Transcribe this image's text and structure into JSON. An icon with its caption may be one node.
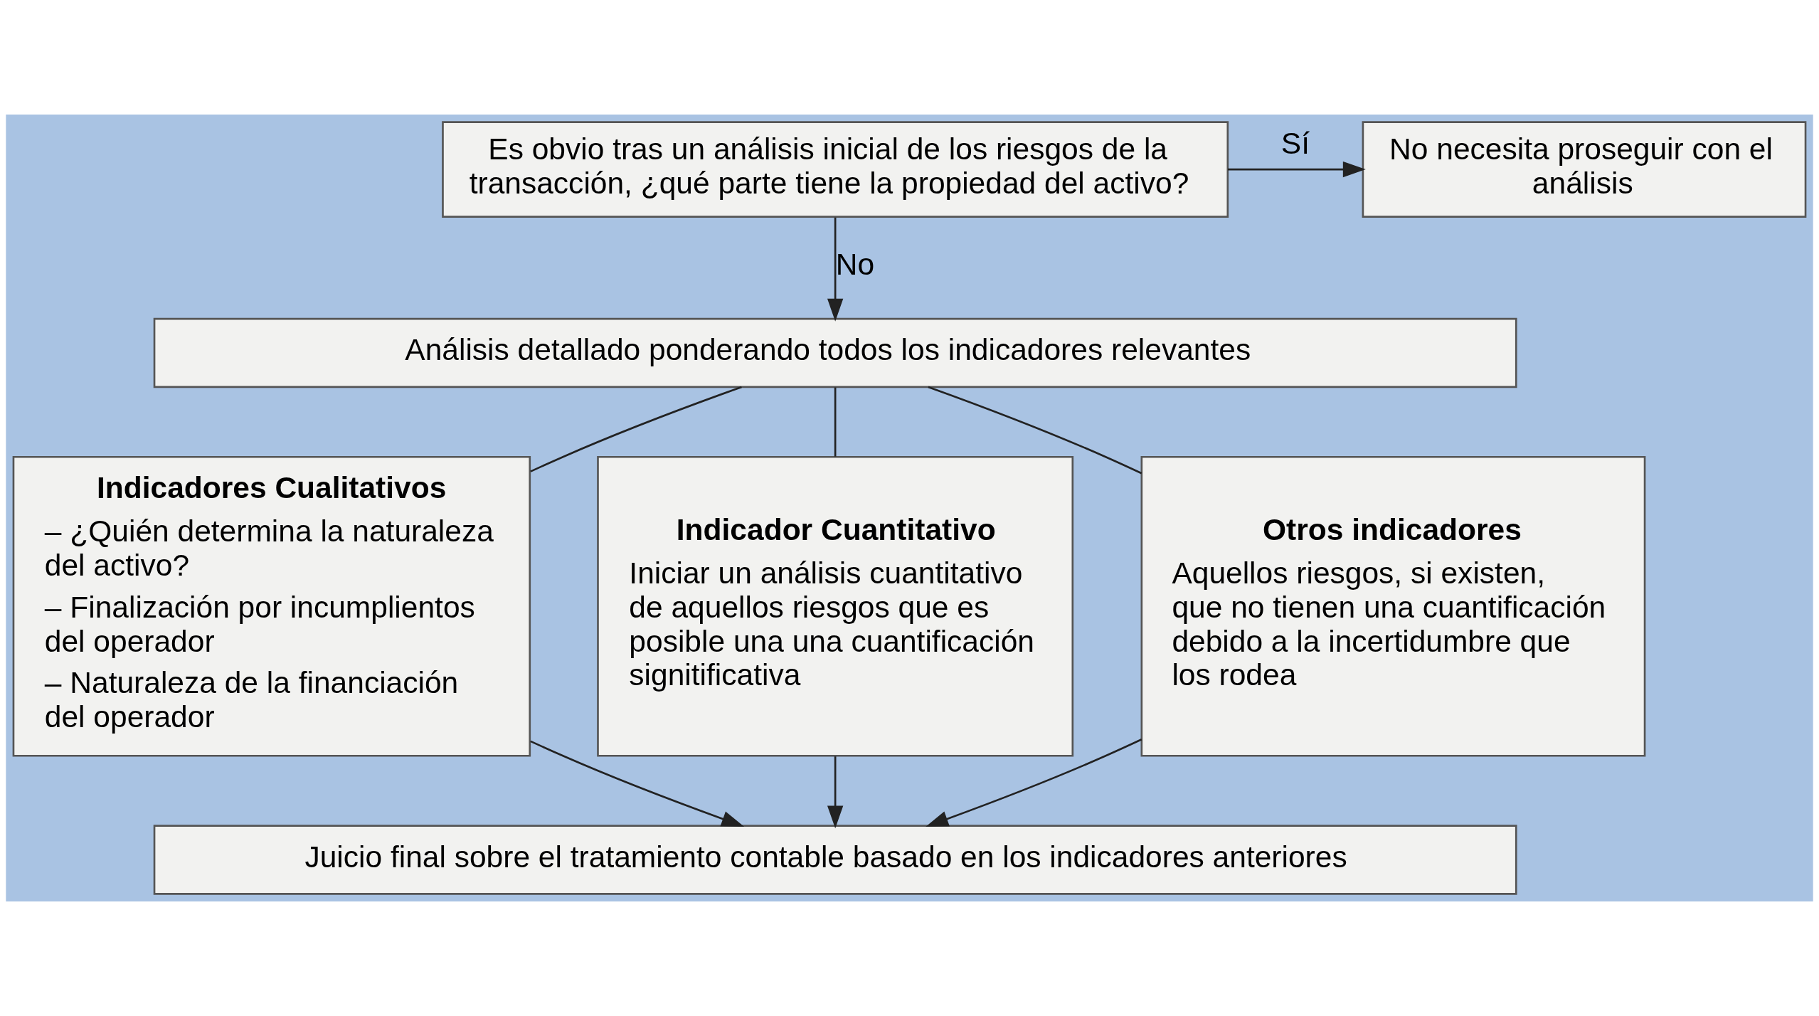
{
  "diagram": {
    "nodes": [
      {
        "text": [
          "Es obvio tras un análisis inicial de los riesgos de la transacción, ¿qué parte tiene la propiedad del activo?"
        ]
      },
      {
        "text": [
          "No necesita proseguir con el análisis"
        ]
      },
      {
        "text": [
          "Análisis detallado ponderando todos los indicadores relevantes"
        ]
      },
      {
        "text": [
          "Indicadores Cualitativos",
          "– ¿Quién determina la naturaleza del activo?",
          "– Finalización por incumplientos del operador",
          "– Naturaleza de la financiación del operador"
        ]
      },
      {
        "text": [
          "Indicador Cuantitativo",
          "Iniciar un análisis cuantitativo de aquellos riesgos que es posible una una cuantificación signitificativa"
        ]
      },
      {
        "text": [
          "Otros indicadores",
          "Aquellos riesgos, si existen, que no tienen una cuantificación debido a la incertidumbre que los rodea"
        ]
      },
      {
        "text": [
          "Juicio final sobre el tratamiento contable basado en los indicadores anteriores"
        ]
      }
    ],
    "edges": [
      {
        "from": 0,
        "to": 1,
        "arrow": "to",
        "label": "Sí"
      },
      {
        "from": 0,
        "to": 2,
        "arrow": "to",
        "label": "No"
      },
      {
        "from": 2,
        "to": 3,
        "arrow": "none"
      },
      {
        "from": 2,
        "to": 4,
        "arrow": "none"
      },
      {
        "from": 2,
        "to": 5,
        "arrow": "none"
      },
      {
        "from": 3,
        "to": 6,
        "arrow": "to"
      },
      {
        "from": 4,
        "to": 6,
        "arrow": "to"
      },
      {
        "from": 5,
        "to": 6,
        "arrow": "to"
      }
    ]
  }
}
